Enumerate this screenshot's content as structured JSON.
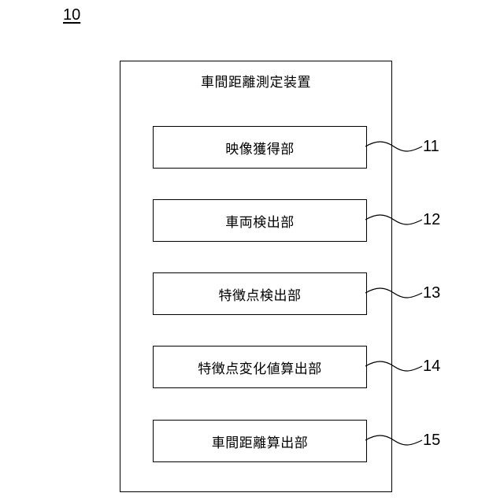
{
  "figure": {
    "ref": "10"
  },
  "device": {
    "title": "車間距離測定装置",
    "units": [
      {
        "label": "映像獲得部",
        "ref": "11"
      },
      {
        "label": "車両検出部",
        "ref": "12"
      },
      {
        "label": "特徴点検出部",
        "ref": "13"
      },
      {
        "label": "特徴点変化値算出部",
        "ref": "14"
      },
      {
        "label": "車間距離算出部",
        "ref": "15"
      }
    ]
  },
  "colors": {
    "line": "#000000",
    "background": "#ffffff"
  }
}
